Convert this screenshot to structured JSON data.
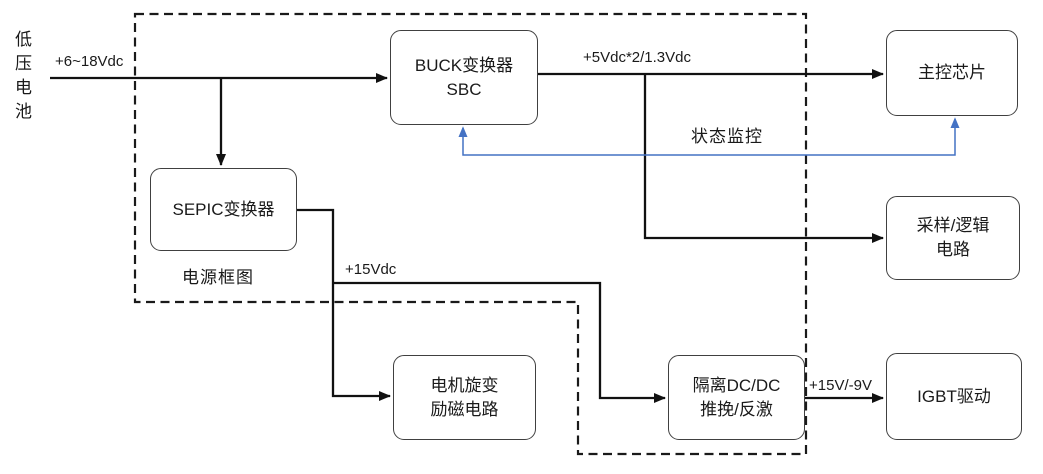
{
  "diagram_note": "电源框图",
  "battery": {
    "label": "低压电池",
    "voltage": "+6~18Vdc"
  },
  "blocks": {
    "buck": {
      "line1": "BUCK变换器",
      "line2": "SBC"
    },
    "sepic": {
      "label": "SEPIC变换器"
    },
    "mcu": {
      "label": "主控芯片"
    },
    "sampling": {
      "line1": "采样/逻辑",
      "line2": "电路"
    },
    "motor": {
      "line1": "电机旋变",
      "line2": "励磁电路"
    },
    "isolated": {
      "line1": "隔离DC/DC",
      "line2": "推挽/反激"
    },
    "igbt": {
      "label": "IGBT驱动"
    }
  },
  "wire_labels": {
    "buck_out": "+5Vdc*2/1.3Vdc",
    "status_monitor": "状态监控",
    "sepic_out": "+15Vdc",
    "igbt_supply": "+15V/-9V"
  },
  "colors": {
    "wire": "#111111",
    "status_wire": "#4472C4",
    "dashed_border": "#1a1a1a",
    "box_border": "#404040",
    "background": "#ffffff"
  }
}
